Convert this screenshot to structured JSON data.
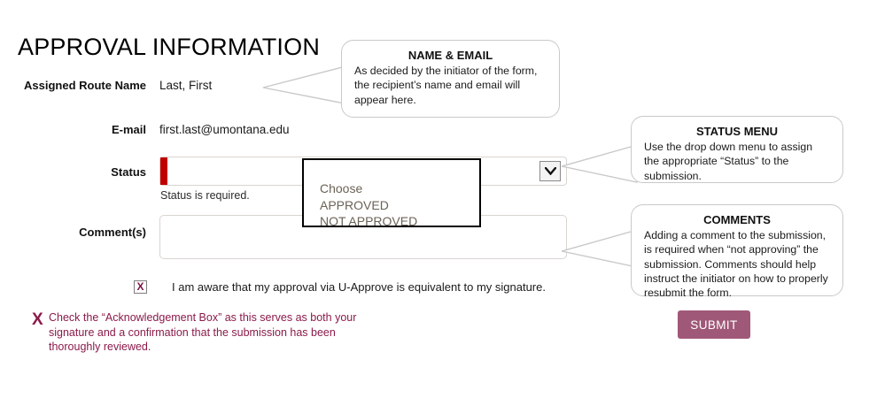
{
  "page": {
    "title": "APPROVAL INFORMATION"
  },
  "form": {
    "route_name": {
      "label": "Assigned Route Name",
      "value": "Last, First"
    },
    "email": {
      "label": "E-mail",
      "value": "first.last@umontana.edu"
    },
    "status": {
      "label": "Status",
      "value": "",
      "error": "Status is required.",
      "arrow_icon": "chevron-down-icon",
      "options": [
        "Choose",
        "APPROVED",
        "NOT APPROVED"
      ]
    },
    "comments": {
      "label": "Comment(s)",
      "value": ""
    },
    "acknowledgement": {
      "checkbox_mark": "X",
      "text": "I am aware that my approval via U-Approve is equivalent to my signature."
    },
    "submit": {
      "label": "SUBMIT"
    }
  },
  "annotation": {
    "mark": "X",
    "text": "Check the “Acknowledgement Box”  as this serves as both your signature and a confirmation that the submission has been thoroughly reviewed."
  },
  "callouts": [
    {
      "title": "NAME & EMAIL",
      "body": "As decided by the initiator of the form, the recipient’s name and email will appear here."
    },
    {
      "title": "STATUS MENU",
      "body": "Use the drop down menu to assign the appropriate “Status” to the submission."
    },
    {
      "title": "COMMENTS",
      "body": "Adding a comment to the submission, is required when “not approving” the submission. Comments should help instruct the initiator on how to properly resubmit the form."
    }
  ],
  "colors": {
    "required_bar": "#c00000",
    "submit_button": "#a05878",
    "annotation": "#8b1a4a",
    "checkbox_mark": "#7c1244"
  }
}
